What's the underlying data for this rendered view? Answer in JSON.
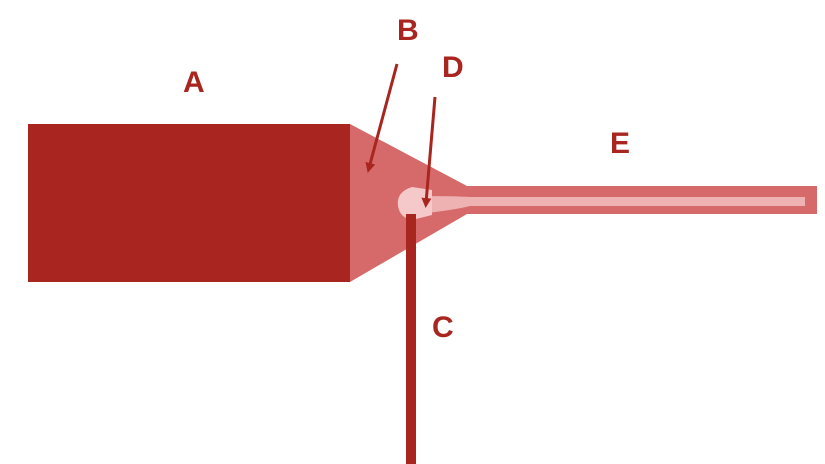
{
  "labels": {
    "a": "A",
    "b": "B",
    "c": "C",
    "d": "D",
    "e": "E"
  },
  "colors": {
    "dark_red": "#A8261F",
    "medium_red": "#D66A6A",
    "light_pink": "#EFB2B2",
    "pale_pink": "#F5C9C9",
    "background": "#FFFFFF"
  }
}
